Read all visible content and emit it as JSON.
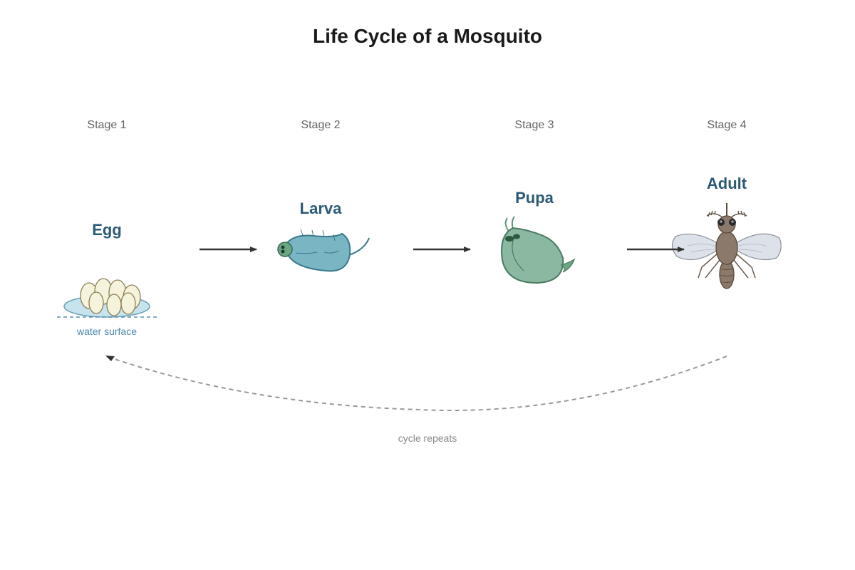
{
  "title": "Life Cycle of a Mosquito",
  "stages": [
    {
      "number": "Stage 1",
      "name": "Egg"
    },
    {
      "number": "Stage 2",
      "name": "Larva"
    },
    {
      "number": "Stage 3",
      "name": "Pupa"
    },
    {
      "number": "Stage 4",
      "name": "Adult"
    }
  ],
  "egg_note": "water surface",
  "cycle_note": "cycle repeats",
  "colors": {
    "title": "#1a1a1a",
    "stage_name": "#2c5a74",
    "larva_body": "#7ab5c4",
    "pupa_body": "#8bb8a0",
    "adult_body": "#8b7a6b",
    "egg_fill": "#f6f3dc",
    "water": "#c7e4ee",
    "arrow": "#333333",
    "cycle_line": "#999999"
  }
}
